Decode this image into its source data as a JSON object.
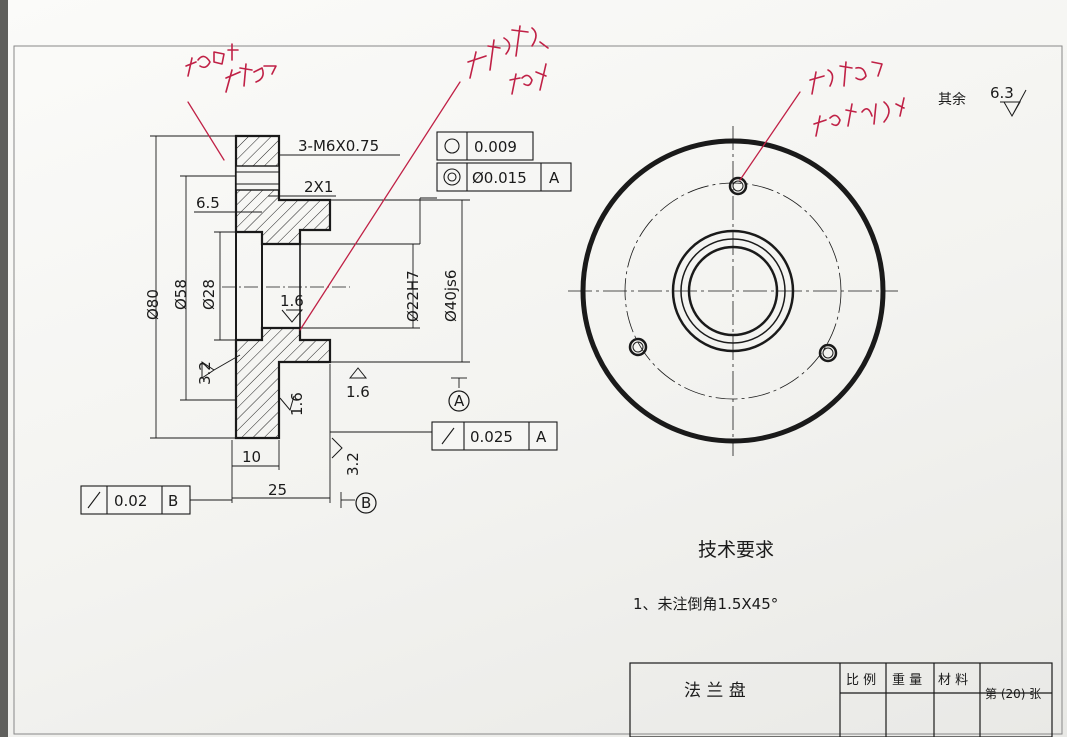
{
  "section_view": {
    "thread_callout": "3-M6X0.75",
    "chamfer": "2X1",
    "dims": {
      "d_outer": "Ø80",
      "d_bolt": "Ø58",
      "d_bore": "Ø28",
      "d_hole": "Ø22H7",
      "d_boss": "Ø40js6",
      "len_step": "6.5",
      "len_flange": "10",
      "len_total": "25"
    },
    "roughness": {
      "bore": "1.6",
      "left_face": "3.2",
      "flange_face": "1.6",
      "boss_face": "1.6",
      "right_face": "3.2"
    },
    "datums": {
      "a": "A",
      "b": "B"
    }
  },
  "tolerance_frames": {
    "circularity": {
      "value": "0.009"
    },
    "concentricity": {
      "value": "Ø0.015",
      "datum": "A"
    },
    "runout_right": {
      "value": "0.025",
      "datum": "A"
    },
    "runout_left": {
      "value": "0.02",
      "datum": "B"
    }
  },
  "notes": {
    "default_roughness_label": "其余",
    "default_roughness_value": "6.3",
    "tech_title": "技术要求",
    "tech_item_1": "1、未注倒角1.5X45°"
  },
  "title_block": {
    "part_name": "法  兰  盘",
    "scale_label": "比 例",
    "weight_label": "重 量",
    "material_label": "材 料",
    "sheet_label": "第 (20) 张"
  },
  "colors": {
    "ink": "#c02146",
    "line": "#1a1a1a",
    "paper": "#f6f6f4"
  }
}
